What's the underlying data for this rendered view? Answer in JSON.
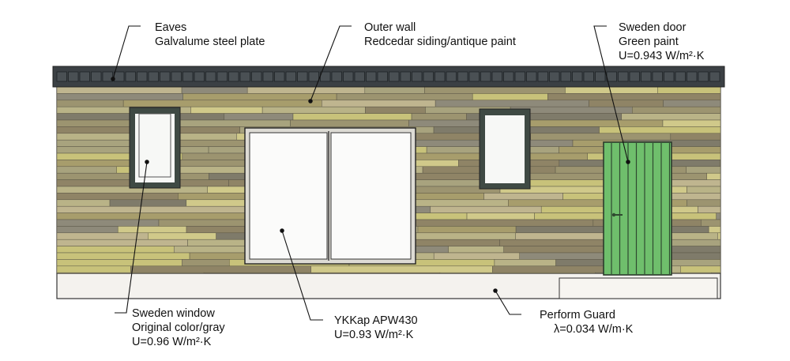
{
  "labels": {
    "eaves": {
      "title": "Eaves",
      "lines": [
        "Galvalume steel plate"
      ]
    },
    "outer_wall": {
      "title": "Outer wall",
      "lines": [
        "Redcedar siding/antique paint"
      ]
    },
    "door": {
      "title": "Sweden door",
      "lines": [
        "Green paint",
        "U=0.943 W/m²·K"
      ]
    },
    "window": {
      "title": "Sweden window",
      "lines": [
        "Original color/gray",
        "U=0.96 W/m²·K"
      ]
    },
    "sliding": {
      "title": "YKKap APW430",
      "lines": [
        "U=0.93 W/m²·K"
      ]
    },
    "guard": {
      "title": "Perform Guard",
      "lines": [
        "λ=0.034 W/m·K"
      ]
    }
  },
  "colors": {
    "roof": "#3b4044",
    "door": "#6fbf6c",
    "door_line": "#2f4a30",
    "frame": "#3f4a44",
    "foundation": "#f4f2ee",
    "siding": [
      "#c8c27a",
      "#a79d6c",
      "#8e8a7a",
      "#b9b387",
      "#9c9470",
      "#bfb58f",
      "#7f7b6a",
      "#d0c98a",
      "#a8a37e",
      "#8f8466"
    ]
  }
}
